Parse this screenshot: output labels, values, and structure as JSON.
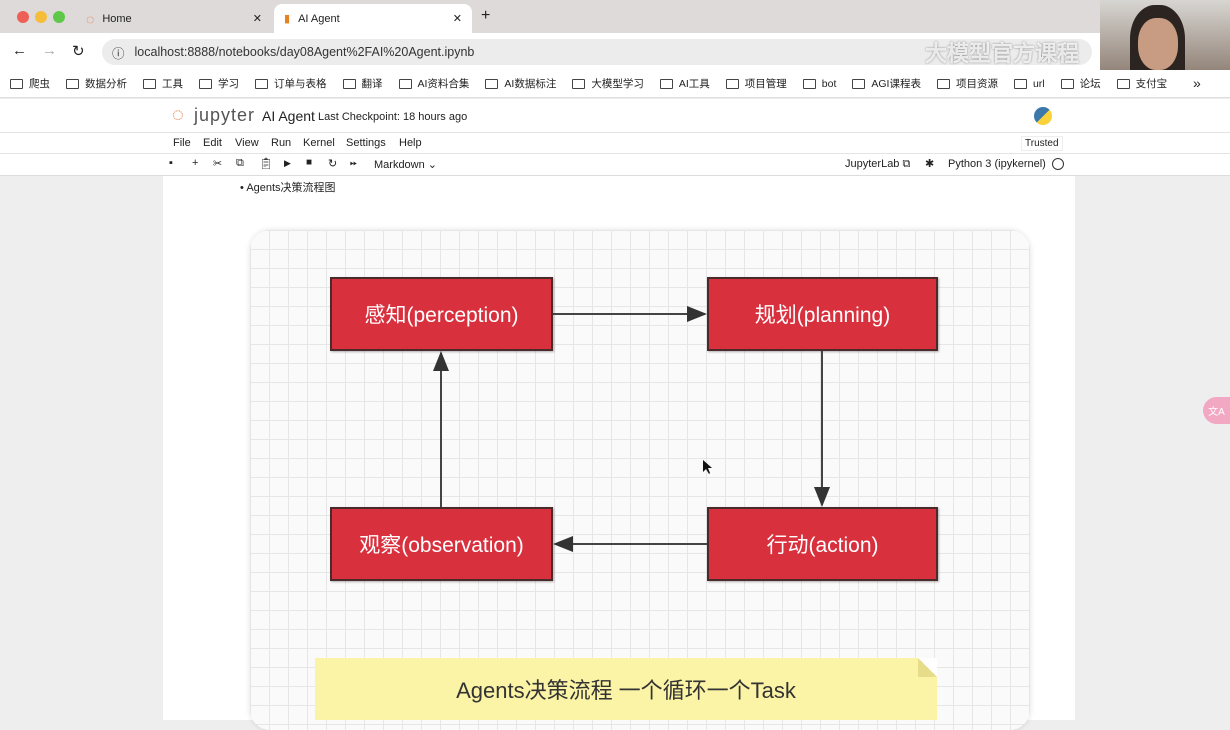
{
  "browser": {
    "tabs": [
      {
        "label": "Home"
      },
      {
        "label": "AI Agent"
      }
    ],
    "url": "localhost:8888/notebooks/day08Agent%2FAI%20Agent.ipynb",
    "bookmarks": [
      "爬虫",
      "数据分析",
      "工具",
      "学习",
      "订单与表格",
      "翻译",
      "AI资料合集",
      "AI数据标注",
      "大模型学习",
      "AI工具",
      "项目管理",
      "bot",
      "AGI课程表",
      "项目资源",
      "url",
      "论坛",
      "支付宝"
    ],
    "more": "»",
    "watermark": "大模型官方课程"
  },
  "jupyter": {
    "logo": "jupyter",
    "title": "AI Agent",
    "checkpoint": "Last Checkpoint: 18 hours ago",
    "trusted": "Trusted",
    "menu": [
      "File",
      "Edit",
      "View",
      "Run",
      "Kernel",
      "Settings",
      "Help"
    ],
    "cell_type": "Markdown",
    "jupyterlab": "JupyterLab",
    "kernel": "Python 3 (ipykernel)"
  },
  "notebook": {
    "bullet": "Agents决策流程图",
    "diagram": {
      "perception": "感知(perception)",
      "planning": "规划(planning)",
      "action": "行动(action)",
      "observation": "观察(observation)",
      "note": "Agents决策流程  一个循环一个Task"
    }
  }
}
